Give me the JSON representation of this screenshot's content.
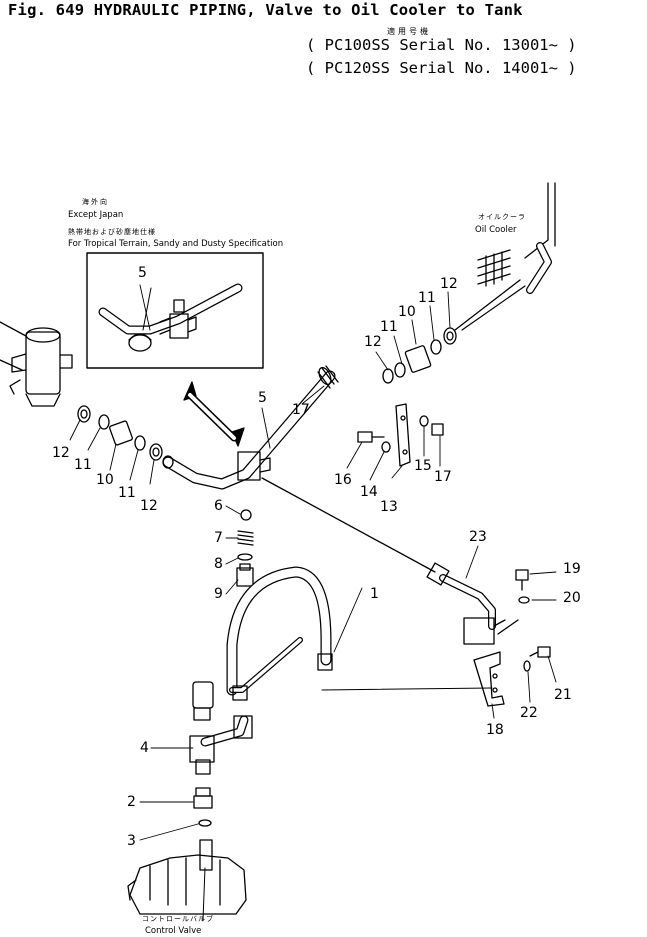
{
  "header": {
    "figure_title": "Fig. 649  HYDRAULIC PIPING, Valve to Oil Cooler to Tank",
    "applicable_jp": "適用号機",
    "serial_lines": [
      "( PC100SS Serial No. 13001~ )",
      "( PC120SS Serial No. 14001~ )"
    ]
  },
  "notes": {
    "except_japan_jp": "海外向",
    "except_japan": "Except Japan",
    "tropical_jp": "熱帯地および砂塵地仕様",
    "tropical": "For Tropical Terrain, Sandy and Dusty Specification",
    "oil_cooler_jp": "オイルクーラ",
    "oil_cooler": "Oil Cooler",
    "control_valve_jp": "コントロールバルブ",
    "control_valve": "Control Valve"
  },
  "callouts": [
    {
      "id": "c1",
      "label": "1"
    },
    {
      "id": "c2",
      "label": "2"
    },
    {
      "id": "c3",
      "label": "3"
    },
    {
      "id": "c4",
      "label": "4"
    },
    {
      "id": "c5-inset",
      "label": "5"
    },
    {
      "id": "c5",
      "label": "5"
    },
    {
      "id": "c6",
      "label": "6"
    },
    {
      "id": "c7",
      "label": "7"
    },
    {
      "id": "c8",
      "label": "8"
    },
    {
      "id": "c9",
      "label": "9"
    },
    {
      "id": "c10-left",
      "label": "10"
    },
    {
      "id": "c10-right",
      "label": "10"
    },
    {
      "id": "c11-left-a",
      "label": "11"
    },
    {
      "id": "c11-left-b",
      "label": "11"
    },
    {
      "id": "c11-right-a",
      "label": "11"
    },
    {
      "id": "c11-right-b",
      "label": "11"
    },
    {
      "id": "c12-left-a",
      "label": "12"
    },
    {
      "id": "c12-left-b",
      "label": "12"
    },
    {
      "id": "c12-right-a",
      "label": "12"
    },
    {
      "id": "c12-right-b",
      "label": "12"
    },
    {
      "id": "c13",
      "label": "13"
    },
    {
      "id": "c14",
      "label": "14"
    },
    {
      "id": "c15",
      "label": "15"
    },
    {
      "id": "c16",
      "label": "16"
    },
    {
      "id": "c17-a",
      "label": "17"
    },
    {
      "id": "c17-b",
      "label": "17"
    },
    {
      "id": "c18",
      "label": "18"
    },
    {
      "id": "c19",
      "label": "19"
    },
    {
      "id": "c20",
      "label": "20"
    },
    {
      "id": "c21",
      "label": "21"
    },
    {
      "id": "c22",
      "label": "22"
    },
    {
      "id": "c23",
      "label": "23"
    }
  ]
}
